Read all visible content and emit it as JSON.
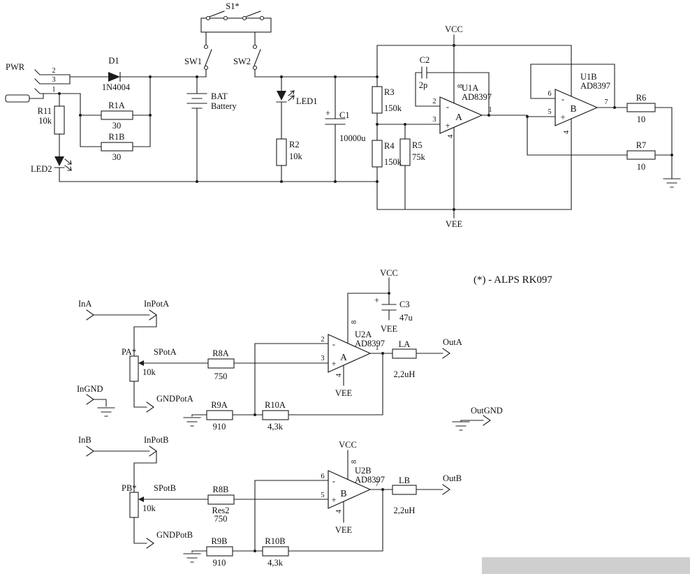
{
  "note": "(*) - ALPS RK097",
  "top": {
    "pwr": "PWR",
    "pin2": "2",
    "pin3": "3",
    "pin1": "1",
    "s1": "S1*",
    "sw1": "SW1",
    "sw2": "SW2",
    "vcc": "VCC",
    "vee": "VEE",
    "d1_ref": "D1",
    "d1_val": "1N4004",
    "r11_ref": "R11",
    "r11_val": "10k",
    "r1a_ref": "R1A",
    "r1a_val": "30",
    "r1b_ref": "R1B",
    "r1b_val": "30",
    "led2": "LED2",
    "bat_ref": "BAT",
    "bat_val": "Battery",
    "led1": "LED1",
    "r2_ref": "R2",
    "r2_val": "10k",
    "c1_plus": "+",
    "c1_ref": "C1",
    "c1_val": "10000u",
    "r3_ref": "R3",
    "r3_val": "150k",
    "r4_ref": "R4",
    "r4_val": "150k",
    "r5_ref": "R5",
    "r5_val": "75k",
    "c2_ref": "C2",
    "c2_val": "2p",
    "u1a_ref": "U1A",
    "u1a_part": "AD8397",
    "u1a_pin2": "2",
    "u1a_pin3": "3",
    "u1a_pin1": "1",
    "u1a_pin8": "8",
    "u1a_pin4": "4",
    "u1a_minus": "-",
    "u1a_plus": "+",
    "u1a_letter": "A",
    "u1b_ref": "U1B",
    "u1b_part": "AD8397",
    "u1b_pin6": "6",
    "u1b_pin5": "5",
    "u1b_pin7": "7",
    "u1b_pin4": "4",
    "u1b_minus": "-",
    "u1b_plus": "+",
    "u1b_letter": "B",
    "r6_ref": "R6",
    "r6_val": "10",
    "r7_ref": "R7",
    "r7_val": "10"
  },
  "a": {
    "in": "InA",
    "inpot": "InPotA",
    "ingnd": "InGND",
    "pot_ref": "PA*",
    "pot_tap": "SPotA",
    "pot_val": "10k",
    "gndpot": "GNDPotA",
    "r8_ref": "R8A",
    "r8_val": "750",
    "r9_ref": "R9A",
    "r9_val": "910",
    "r10_ref": "R10A",
    "r10_val": "4,3k",
    "u2_ref": "U2A",
    "u2_part": "AD8397",
    "pin2": "2",
    "pin3": "3",
    "pin1": "1",
    "pin8": "8",
    "pin4": "4",
    "minus": "-",
    "plus": "+",
    "letter": "A",
    "vcc": "VCC",
    "c3_plus": "+",
    "c3_ref": "C3",
    "c3_val": "47u",
    "vee_c3": "VEE",
    "vee": "VEE",
    "l_ref": "LA",
    "l_val": "2,2uH",
    "out": "OutA",
    "outgnd": "OutGND"
  },
  "b": {
    "in": "InB",
    "inpot": "InPotB",
    "pot_ref": "PB*",
    "pot_tap": "SPotB",
    "pot_val": "10k",
    "gndpot": "GNDPotB",
    "r8_ref": "R8B",
    "r8_extra": "Res2",
    "r8_val": "750",
    "r9_ref": "R9B",
    "r9_val": "910",
    "r10_ref": "R10B",
    "r10_val": "4,3k",
    "u2_ref": "U2B",
    "u2_part": "AD8397",
    "pin6": "6",
    "pin5": "5",
    "pin7": "7",
    "pin8": "8",
    "pin4": "4",
    "minus": "-",
    "plus": "+",
    "letter": "B",
    "vcc": "VCC",
    "vee": "VEE",
    "l_ref": "LB",
    "l_val": "2,2uH",
    "out": "OutB"
  }
}
